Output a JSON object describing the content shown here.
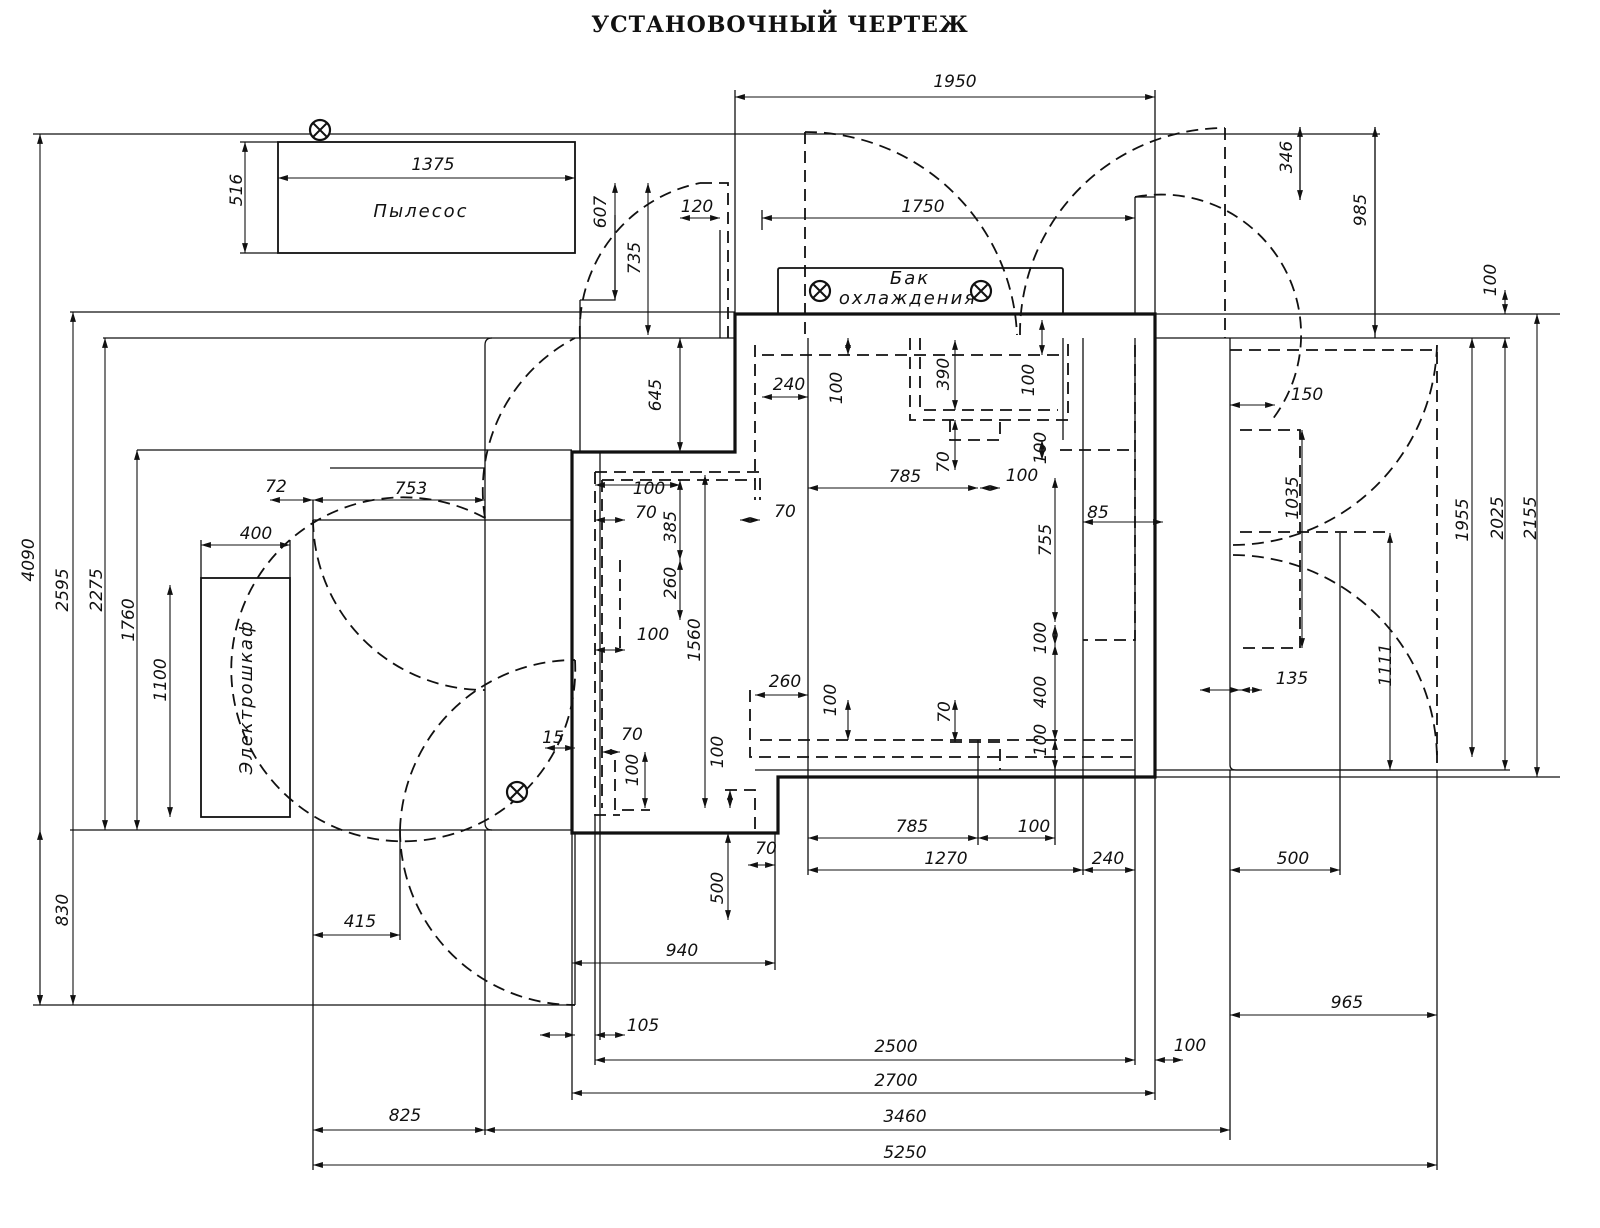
{
  "title": "УСТАНОВОЧНЫЙ ЧЕРТЕЖ",
  "labels": {
    "vacuum": "Пылесос",
    "tank_line1": "Бак",
    "tank_line2": "охлаждения",
    "cabinet": "Электрошкаф"
  },
  "dimensions": [
    "1950",
    "1375",
    "516",
    "607",
    "735",
    "120",
    "1750",
    "346",
    "985",
    "100",
    "645",
    "240",
    "100",
    "390",
    "100",
    "150",
    "70",
    "100",
    "785",
    "100",
    "72",
    "753",
    "100",
    "70",
    "385",
    "70",
    "85",
    "1035",
    "400",
    "755",
    "260",
    "100",
    "1560",
    "100",
    "1955",
    "2025",
    "2155",
    "4090",
    "2595",
    "2275",
    "1760",
    "1100",
    "1111",
    "260",
    "100",
    "400",
    "135",
    "70",
    "15",
    "70",
    "100",
    "100",
    "100",
    "785",
    "100",
    "1270",
    "240",
    "70",
    "500",
    "500",
    "830",
    "415",
    "940",
    "965",
    "105",
    "2500",
    "100",
    "2700",
    "825",
    "3460",
    "5250"
  ],
  "colors": {
    "ink": "#111111",
    "paper": "#ffffff"
  }
}
